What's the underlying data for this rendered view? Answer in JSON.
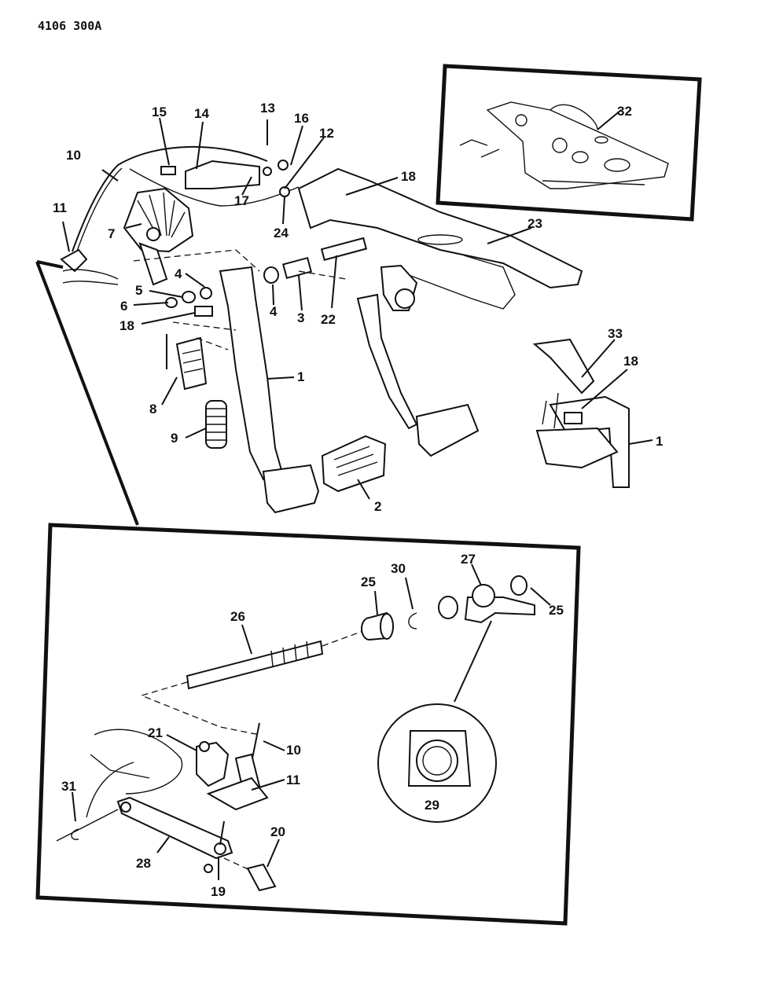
{
  "drawing_code": "4106 300A",
  "callouts": [
    {
      "id": "c1",
      "text": "1"
    },
    {
      "id": "c1b",
      "text": "1"
    },
    {
      "id": "c2",
      "text": "2"
    },
    {
      "id": "c3",
      "text": "3"
    },
    {
      "id": "c4a",
      "text": "4"
    },
    {
      "id": "c4b",
      "text": "4"
    },
    {
      "id": "c5",
      "text": "5"
    },
    {
      "id": "c6",
      "text": "6"
    },
    {
      "id": "c7",
      "text": "7"
    },
    {
      "id": "c8",
      "text": "8"
    },
    {
      "id": "c9",
      "text": "9"
    },
    {
      "id": "c10",
      "text": "10"
    },
    {
      "id": "c10b",
      "text": "10"
    },
    {
      "id": "c11",
      "text": "11"
    },
    {
      "id": "c11b",
      "text": "11"
    },
    {
      "id": "c12",
      "text": "12"
    },
    {
      "id": "c13",
      "text": "13"
    },
    {
      "id": "c14",
      "text": "14"
    },
    {
      "id": "c15",
      "text": "15"
    },
    {
      "id": "c16",
      "text": "16"
    },
    {
      "id": "c17",
      "text": "17"
    },
    {
      "id": "c18a",
      "text": "18"
    },
    {
      "id": "c18b",
      "text": "18"
    },
    {
      "id": "c18c",
      "text": "18"
    },
    {
      "id": "c19",
      "text": "19"
    },
    {
      "id": "c20",
      "text": "20"
    },
    {
      "id": "c21",
      "text": "21"
    },
    {
      "id": "c22",
      "text": "22"
    },
    {
      "id": "c23",
      "text": "23"
    },
    {
      "id": "c24",
      "text": "24"
    },
    {
      "id": "c25a",
      "text": "25"
    },
    {
      "id": "c25b",
      "text": "25"
    },
    {
      "id": "c26",
      "text": "26"
    },
    {
      "id": "c27",
      "text": "27"
    },
    {
      "id": "c28",
      "text": "28"
    },
    {
      "id": "c29",
      "text": "29"
    },
    {
      "id": "c30",
      "text": "30"
    },
    {
      "id": "c31",
      "text": "31"
    },
    {
      "id": "c32",
      "text": "32"
    },
    {
      "id": "c33",
      "text": "33"
    }
  ]
}
